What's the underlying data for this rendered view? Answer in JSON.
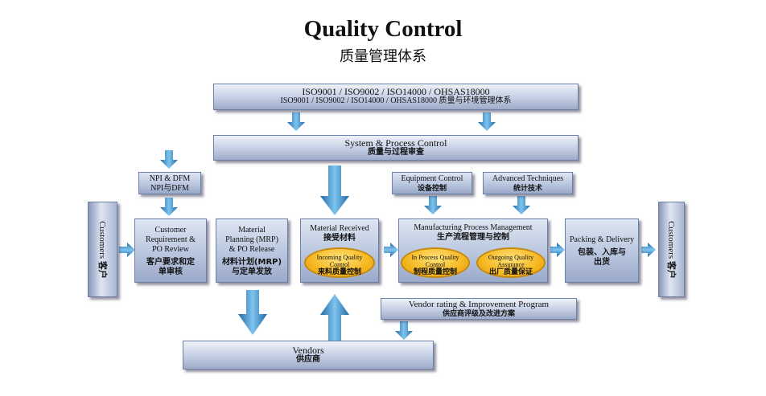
{
  "title": "Quality Control",
  "subtitle": "质量管理体系",
  "iso": {
    "line1": "ISO9001 / ISO9002 / ISO14000 / OHSAS18000",
    "line2": "ISO9001 / ISO9002 / ISO14000 / OHSAS18000 质量与环境管理体系"
  },
  "system": {
    "en": "System & Process Control",
    "zh": "质量与过程审查"
  },
  "npi": {
    "en": "NPI & DFM",
    "zh": "NPI与DFM"
  },
  "equipment": {
    "en": "Equipment Control",
    "zh": "设备控制"
  },
  "advanced": {
    "en": "Advanced Techniques",
    "zh": "统计技术"
  },
  "customers_left": {
    "en": "Customers",
    "zh": "客户"
  },
  "customers_right": {
    "en": "Customers",
    "zh": "客户"
  },
  "customer_req": {
    "en1": "Customer",
    "en2": "Requirement &",
    "en3": "PO Review",
    "zh1": "客户要求和定",
    "zh2": "单审核"
  },
  "mrp": {
    "en1": "Material",
    "en2": "Planning (MRP)",
    "en3": "& PO Release",
    "zh1": "材料计划(MRP)",
    "zh2": "与定单发放"
  },
  "material_received": {
    "en": "Material Received",
    "zh": "接受材料"
  },
  "incoming": {
    "en1": "Incoming Quality",
    "en2": "Control",
    "zh": "来料质量控制"
  },
  "manufacturing": {
    "en": "Manufacturing Process Management",
    "zh": "生产流程管理与控制"
  },
  "inprocess": {
    "en1": "In Process Quality",
    "en2": "Control",
    "zh": "制程质量控制"
  },
  "outgoing": {
    "en1": "Outgoing Quality",
    "en2": "Assurance",
    "zh": "出厂质量保证"
  },
  "packing": {
    "en": "Packing & Delivery",
    "zh1": "包装、入库与",
    "zh2": "出货"
  },
  "vendor_rating": {
    "en": "Vendor rating & Improvement Program",
    "zh": "供应商评级及改进方案"
  },
  "vendors": {
    "en": "Vendors",
    "zh": "供应商"
  }
}
